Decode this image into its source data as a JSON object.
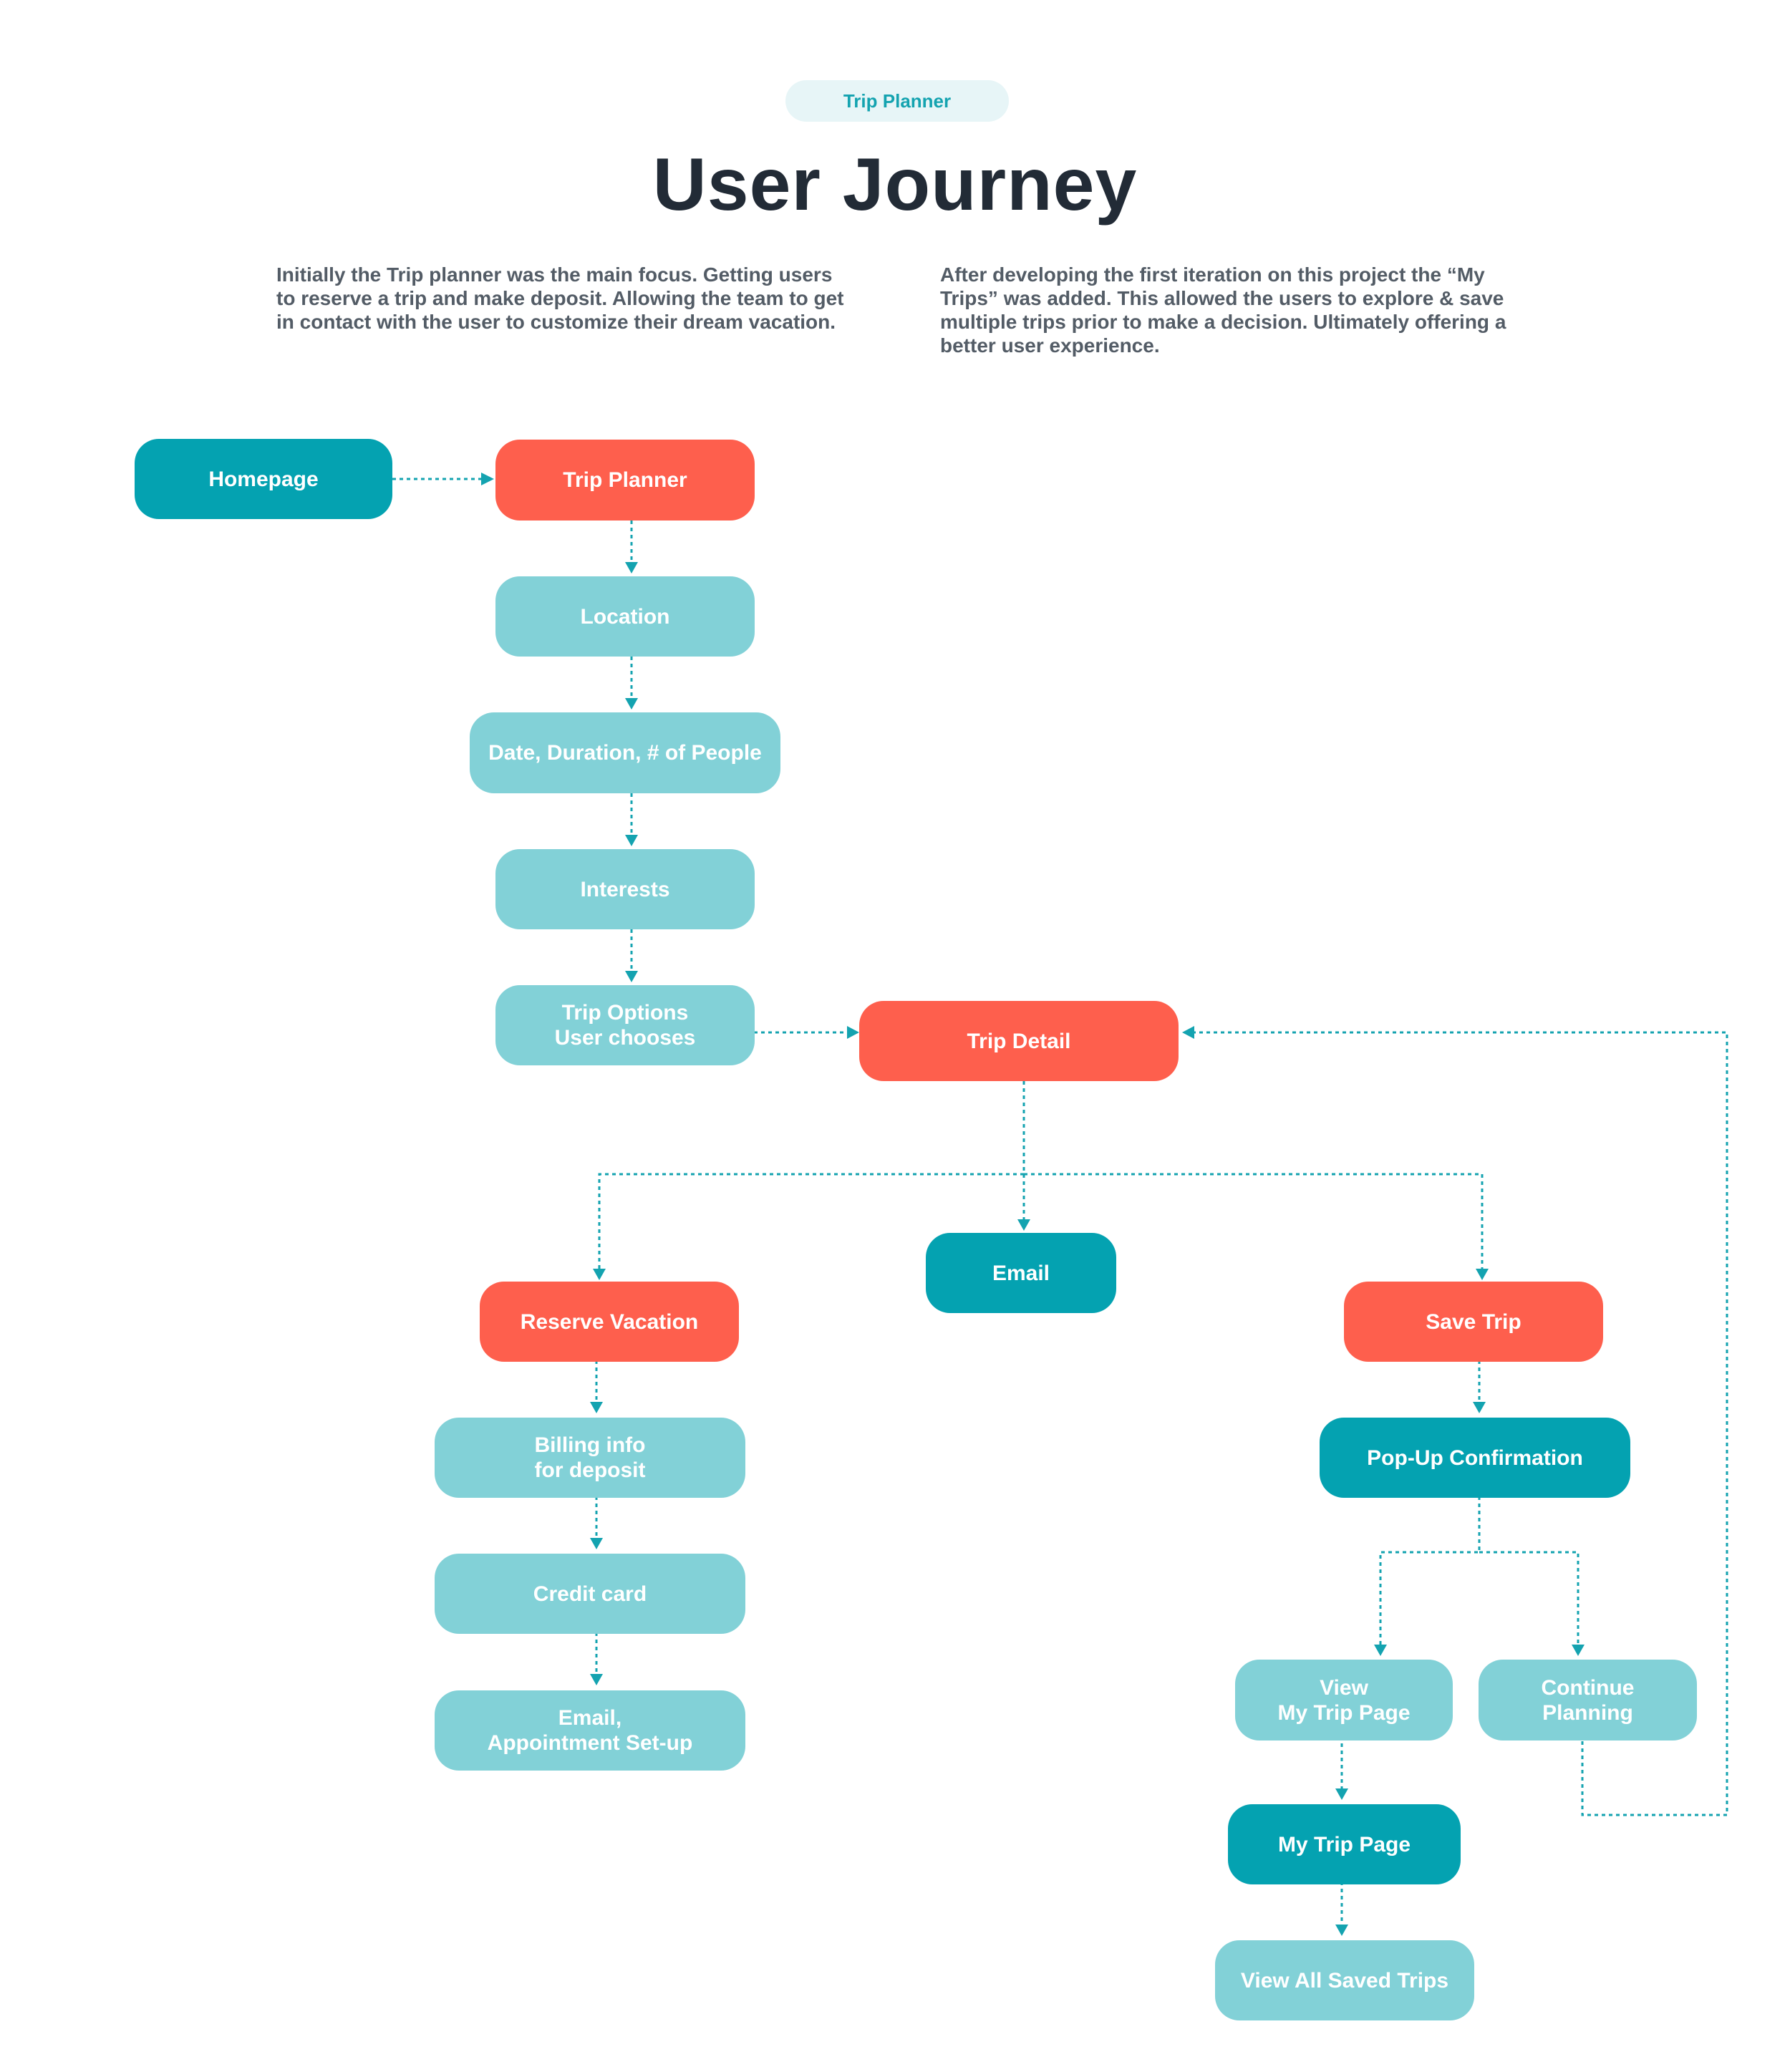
{
  "header": {
    "pill_label": "Trip Planner",
    "title": "User Journey"
  },
  "intro": {
    "left": "Initially the Trip planner was the main focus. Getting users to reserve a trip and make deposit. Allowing the team to get in contact with the user to customize their dream vacation.",
    "right": "After developing the first iteration on this project the “My Trips” was added.  This allowed the users to explore & save multiple trips prior to make a decision. Ultimately offering a better user experience."
  },
  "colors": {
    "primary": "#04a2b1",
    "accent": "#fe5f4d",
    "light": "#82d1d7",
    "connector": "#14a3b0",
    "title": "#222b36",
    "body_text": "#535c66"
  },
  "nodes": {
    "homepage": "Homepage",
    "trip_planner": "Trip Planner",
    "location": "Location",
    "date_duration": "Date, Duration, # of People",
    "interests": "Interests",
    "trip_options": "Trip Options\nUser chooses",
    "trip_detail": "Trip Detail",
    "email": "Email",
    "reserve_vacation": "Reserve Vacation",
    "save_trip": "Save Trip",
    "billing_info": "Billing info\nfor deposit",
    "credit_card": "Credit card",
    "email_appointment": "Email,\nAppointment Set-up",
    "popup_confirmation": "Pop-Up Confirmation",
    "view_my_trip_page": "View\nMy Trip Page",
    "continue_planning": "Continue\nPlanning",
    "my_trip_page": "My Trip Page",
    "view_all_saved_trips": "View All Saved Trips"
  }
}
